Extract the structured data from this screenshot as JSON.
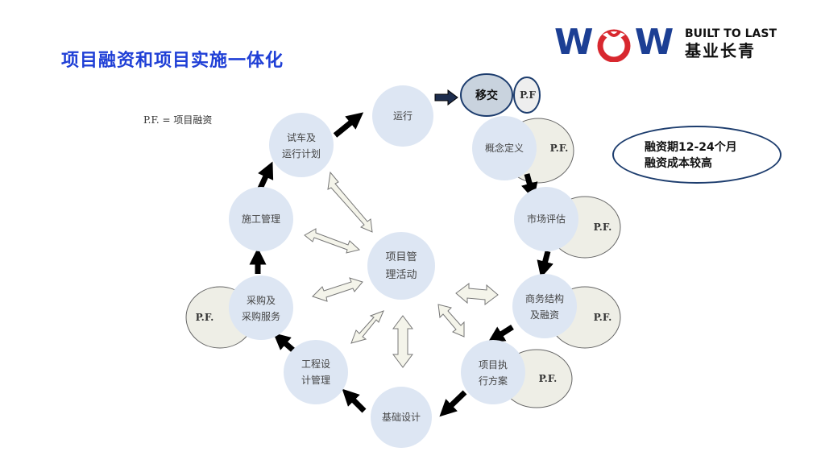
{
  "title": "项目融资和项目实施一体化",
  "logo": {
    "brand": "WOW",
    "tagline_en": "BUILT TO LAST",
    "tagline_cn": "基业长青",
    "colors": {
      "blue": "#1c3f94",
      "red": "#d8282f"
    }
  },
  "definition": "P.F. = 项目融资",
  "center_label": [
    "项目管",
    "理活动"
  ],
  "transfer": {
    "label": "移交",
    "pf": "P.F"
  },
  "pf_label": "P.F.",
  "nodes": {
    "run": [
      "运行"
    ],
    "trial": [
      "试车及",
      "运行计划"
    ],
    "construction": [
      "施工管理"
    ],
    "procurement": [
      "采购及",
      "采购服务"
    ],
    "engineering": [
      "工程设",
      "计管理"
    ],
    "basic_design": [
      "基础设计"
    ],
    "execution": [
      "项目执",
      "行方案"
    ],
    "business": [
      "商务结构",
      "及融资"
    ],
    "market": [
      "市场评估"
    ],
    "concept": [
      "概念定义"
    ]
  },
  "note": {
    "line1": "融资期12-24个月",
    "line2": "融资成本较高"
  },
  "colors": {
    "node_fill": "#dde6f3",
    "pf_fill": "#eeeee6",
    "arrow": "#000000",
    "title": "#1f3fd6"
  }
}
